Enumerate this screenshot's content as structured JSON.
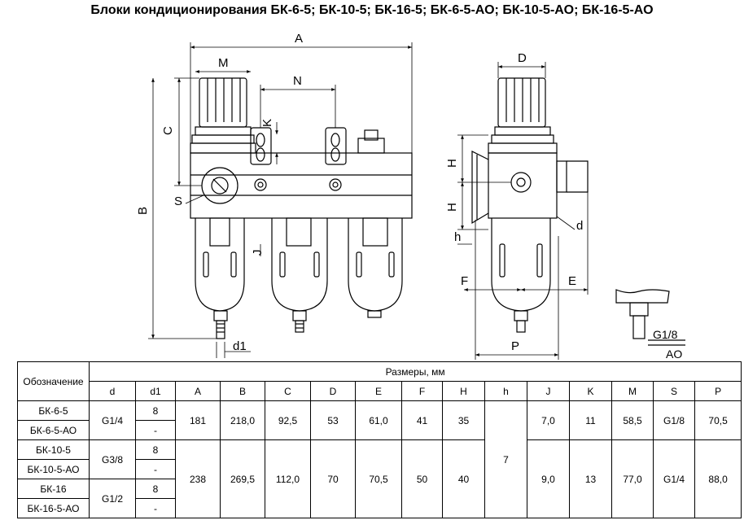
{
  "title": "Блоки кондиционирования БК-6-5; БК-10-5; БК-16-5; БК-6-5-АО; БК-10-5-АО; БК-16-5-АО",
  "drawing_labels": {
    "A": "A",
    "M": "M",
    "N": "N",
    "C": "C",
    "K": "K",
    "B": "B",
    "S": "S",
    "J": "J",
    "d1": "d1",
    "D": "D",
    "H1": "H",
    "H2": "H",
    "h": "h",
    "d": "d",
    "F": "F",
    "E": "E",
    "P": "P",
    "G18": "G1/8",
    "AO": "AO"
  },
  "table": {
    "designation_header": "Обозначение",
    "dimensions_header": "Размеры, мм",
    "columns": [
      "d",
      "d1",
      "A",
      "B",
      "C",
      "D",
      "E",
      "F",
      "H",
      "h",
      "J",
      "K",
      "M",
      "S",
      "P"
    ],
    "rows": [
      {
        "name": "БК-6-5",
        "d1": "8"
      },
      {
        "name": "БК-6-5-АО",
        "d1": "-"
      },
      {
        "name": "БК-10-5",
        "d1": "8"
      },
      {
        "name": "БК-10-5-АО",
        "d1": "-"
      },
      {
        "name": "БК-16",
        "d1": "8"
      },
      {
        "name": "БК-16-5-АО",
        "d1": "-"
      }
    ],
    "group1": {
      "d": "G1/4",
      "A": "181",
      "B": "218,0",
      "C": "92,5",
      "D": "53",
      "E": "61,0",
      "F": "41",
      "H": "35",
      "J": "7,0",
      "K": "11",
      "M": "58,5",
      "S": "G1/8",
      "P": "70,5"
    },
    "group2": {
      "d_a": "G3/8",
      "d_b": "G1/2",
      "A": "238",
      "B": "269,5",
      "C": "112,0",
      "D": "70",
      "E": "70,5",
      "F": "50",
      "H": "40",
      "J": "9,0",
      "K": "13",
      "M": "77,0",
      "S": "G1/4",
      "P": "88,0"
    },
    "h_all": "7"
  }
}
